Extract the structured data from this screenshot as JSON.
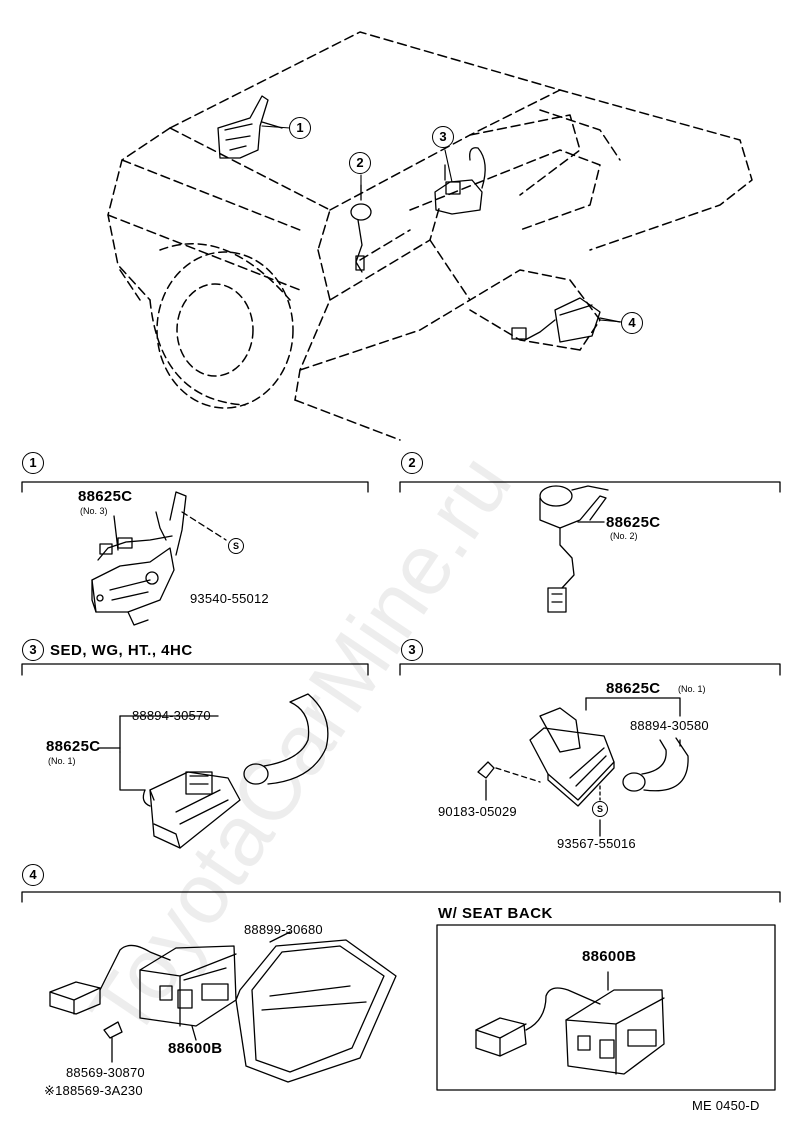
{
  "watermark": "ToyotaCarMine.ru",
  "callouts": {
    "c1": "1",
    "c2": "2",
    "c3": "3",
    "c4": "4",
    "s": "S"
  },
  "section1": {
    "part_code": "88625C",
    "part_sub": "(No. 3)",
    "bolt": "93540-55012"
  },
  "section2": {
    "part_code": "88625C",
    "part_sub": "(No. 2)"
  },
  "section3a": {
    "title": "SED, WG, HT., 4HC",
    "hose": "88894-30570",
    "part_code": "88625C",
    "part_sub": "(No. 1)"
  },
  "section3b": {
    "part_code": "88625C",
    "part_sub": "(No. 1)",
    "hose": "88894-30580",
    "clip": "90183-05029",
    "screw": "93567-55016"
  },
  "section4": {
    "cover": "88899-30680",
    "unit": "88600B",
    "part_a": "88569-30870",
    "part_b": "※188569-3A230",
    "variant_title": "W/ SEAT BACK",
    "variant_unit": "88600B"
  },
  "footer": {
    "code": "ME 0450-D"
  }
}
